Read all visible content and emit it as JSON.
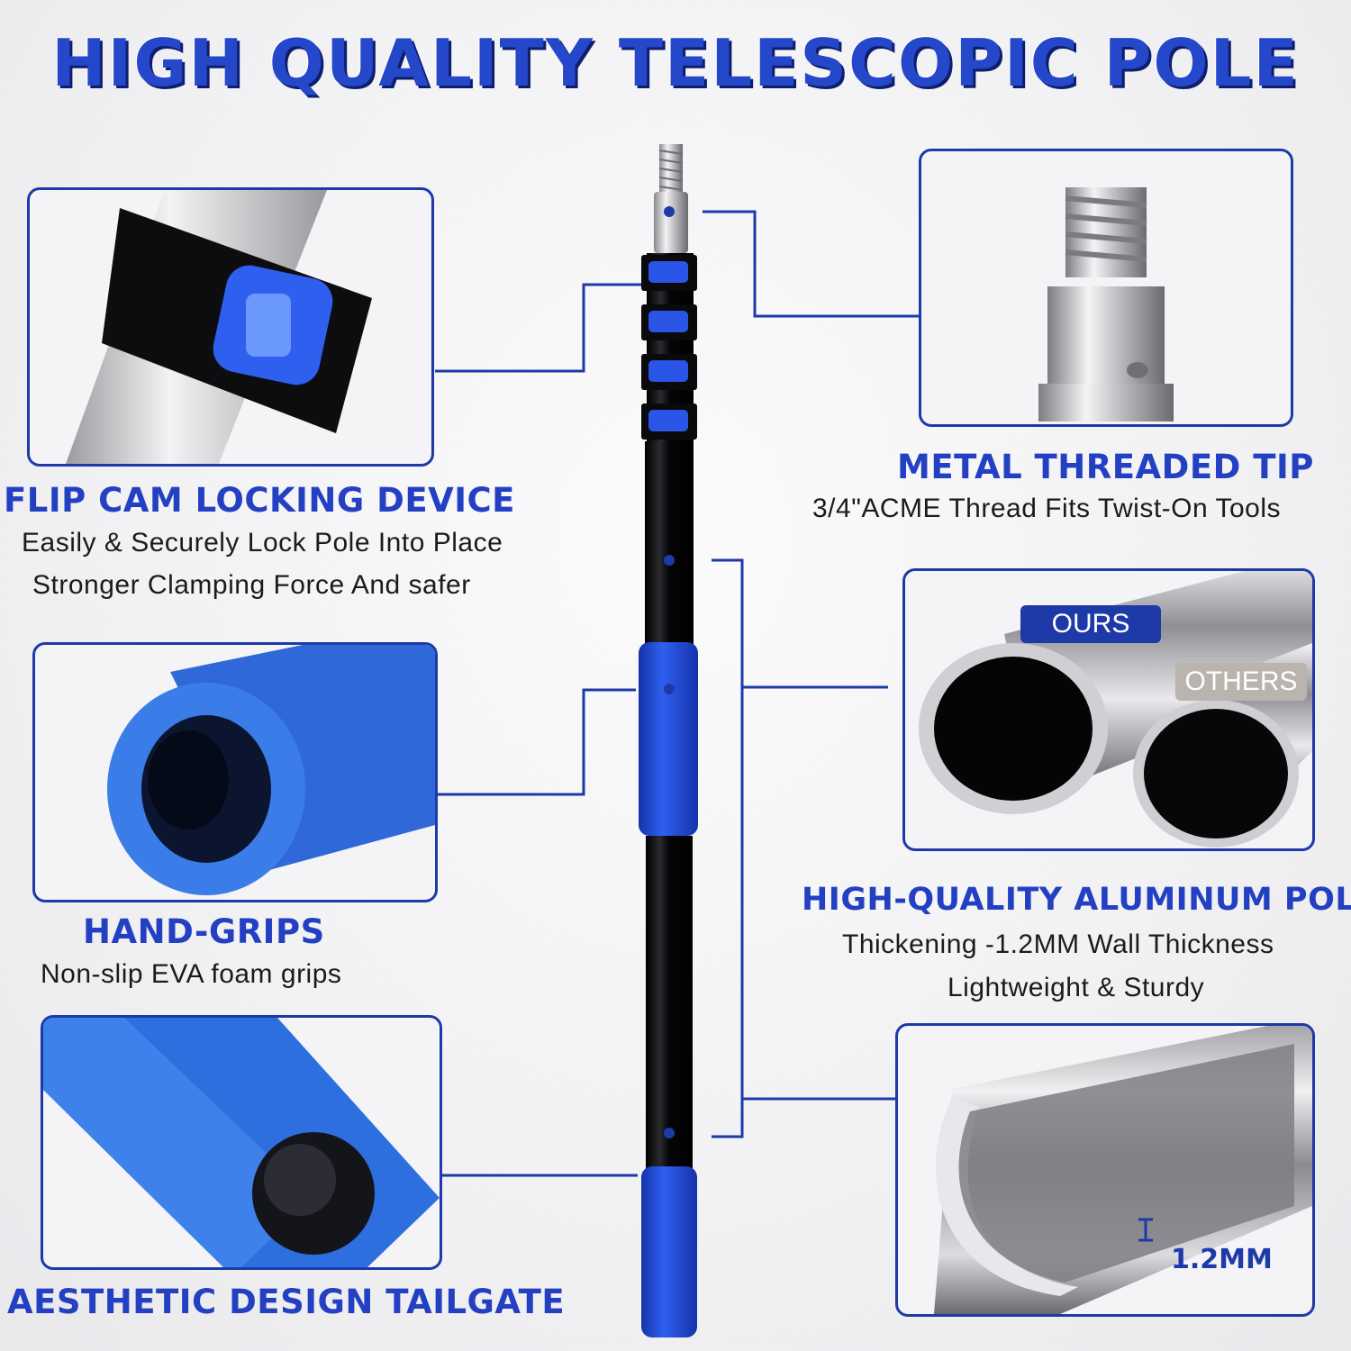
{
  "title": "HIGH QUALITY TELESCOPIC  POLE",
  "features": {
    "flip_cam": {
      "heading": "FLIP CAM LOCKING DEVICE",
      "lines": [
        "Easily & Securely Lock Pole Into Place",
        "Stronger Clamping Force And safer"
      ]
    },
    "hand_grips": {
      "heading": "HAND-GRIPS",
      "lines": [
        "Non-slip EVA foam grips"
      ]
    },
    "tailgate": {
      "heading": "AESTHETIC DESIGN TAILGATE"
    },
    "metal_tip": {
      "heading": "METAL THREADED TIP",
      "lines": [
        "3/4\"ACME Thread Fits Twist-On Tools"
      ]
    },
    "aluminum": {
      "heading": "HIGH-QUALITY ALUMINUM POLE",
      "lines": [
        "Thickening  -1.2MM Wall Thickness",
        "Lightweight & Sturdy"
      ],
      "tag_ours": "OURS",
      "tag_others": "OTHERS",
      "thickness_label": "1.2MM"
    }
  },
  "colors": {
    "brand_blue": "#2547c9",
    "foam_blue": "#1f4fd8",
    "pole_black": "#0c0c0e"
  }
}
